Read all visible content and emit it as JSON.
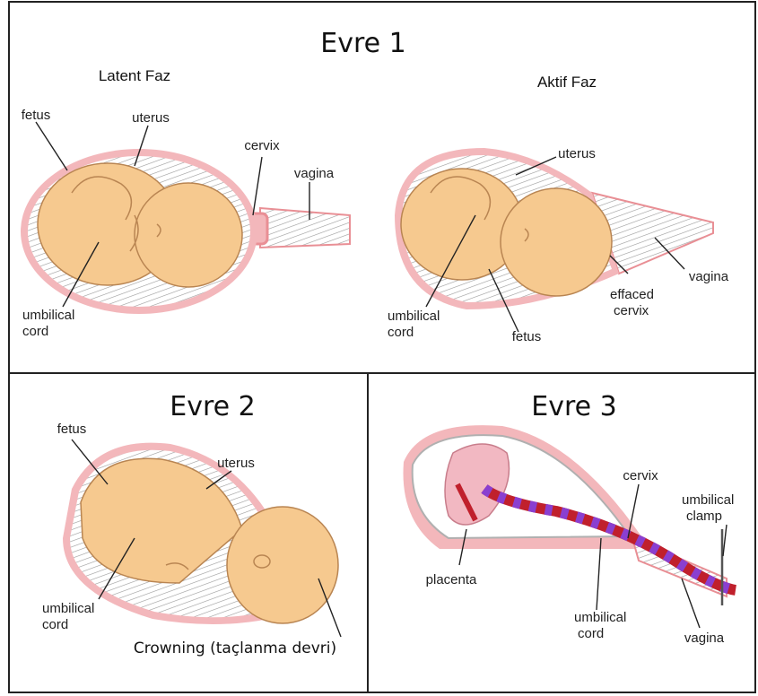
{
  "panel1": {
    "title": "Evre 1",
    "latent": {
      "title": "Latent Faz",
      "labels": {
        "fetus": "fetus",
        "uterus": "uterus",
        "cervix": "cervix",
        "vagina": "vagina",
        "umbilical_cord_line1": "umbilical",
        "umbilical_cord_line2": "cord"
      }
    },
    "active": {
      "title": "Aktif Faz",
      "labels": {
        "uterus": "uterus",
        "vagina": "vagina",
        "effaced_line1": "effaced",
        "effaced_line2": "cervix",
        "umbilical_cord_line1": "umbilical",
        "umbilical_cord_line2": "cord",
        "fetus": "fetus"
      }
    }
  },
  "panel2": {
    "title": "Evre 2",
    "labels": {
      "fetus": "fetus",
      "uterus": "uterus",
      "umbilical_cord_line1": "umbilical",
      "umbilical_cord_line2": "cord",
      "crowning": "Crowning (taçlanma devri)"
    }
  },
  "panel3": {
    "title": "Evre 3",
    "labels": {
      "cervix": "cervix",
      "umbilical_clamp_line1": "umbilical",
      "umbilical_clamp_line2": "clamp",
      "placenta": "placenta",
      "umbilical_cord_line1": "umbilical",
      "umbilical_cord_line2": "cord",
      "vagina": "vagina"
    }
  },
  "colors": {
    "uterus_wall": "#e98f95",
    "skin": "#f6c98f",
    "skin_dark": "#b98552",
    "cord_red": "#c0202c",
    "cord_purple": "#8a3fd0",
    "placenta": "#f2b8c2"
  }
}
